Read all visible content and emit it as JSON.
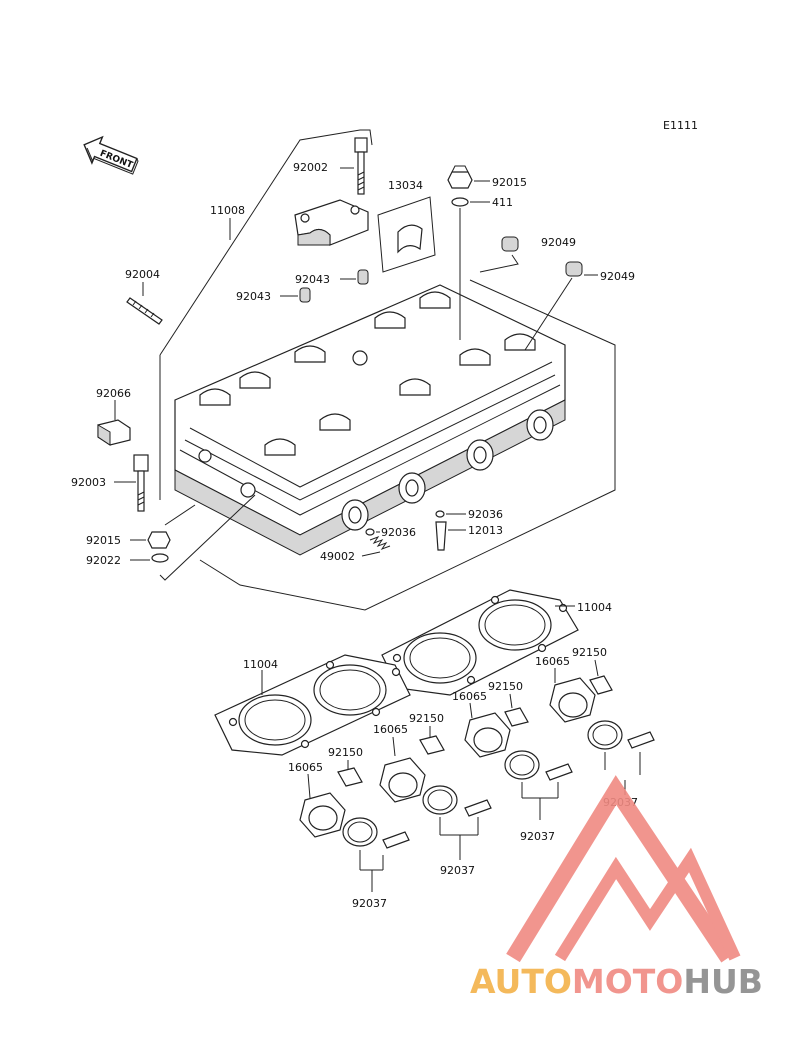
{
  "diagram": {
    "code": "E1111",
    "front_label": "FRONT",
    "brand_watermark": "AUTOMOTOHUB"
  },
  "labels": {
    "p92002": "92002",
    "p13034": "13034",
    "p92015_top": "92015",
    "p411": "411",
    "p92049_a": "92049",
    "p92049_b": "92049",
    "p11008": "11008",
    "p92004": "92004",
    "p92043_a": "92043",
    "p92043_b": "92043",
    "p92066": "92066",
    "p92003": "92003",
    "p92015_low": "92015",
    "p92022": "92022",
    "p92036_a": "92036",
    "p92036_b": "92036",
    "p12013": "12013",
    "p49002": "49002",
    "p11004_a": "11004",
    "p11004_b": "11004",
    "p92150_a": "92150",
    "p92150_b": "92150",
    "p92150_c": "92150",
    "p92150_d": "92150",
    "p16065_a": "16065",
    "p16065_b": "16065",
    "p16065_c": "16065",
    "p16065_d": "16065",
    "p92037_a": "92037",
    "p92037_b": "92037",
    "p92037_c": "92037",
    "p92037_d": "92037"
  },
  "colors": {
    "watermark_red": "#f08a82",
    "watermark_orange": "#f3b24a",
    "watermark_gray": "#8a8a8a"
  }
}
